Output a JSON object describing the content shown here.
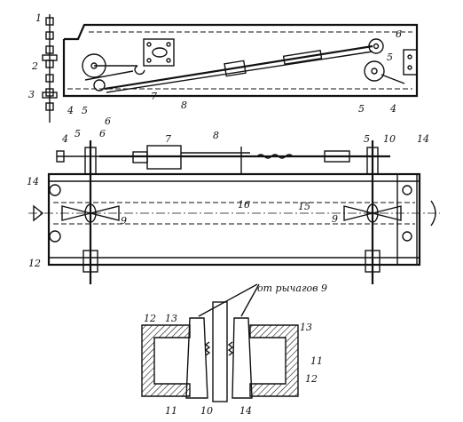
{
  "labels": {
    "n1": "1",
    "n2": "2",
    "n3": "3",
    "n4": "4",
    "n5": "5",
    "n6": "6",
    "n7": "7",
    "n8": "8",
    "n9": "9",
    "n10": "10",
    "n11": "11",
    "n12": "12",
    "n13": "13",
    "n14": "14",
    "n15": "15",
    "n16": "16"
  },
  "detail_caption": "от рычагов 9"
}
